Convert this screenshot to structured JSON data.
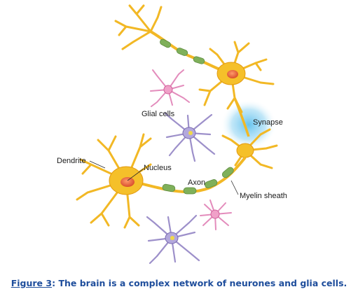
{
  "labels": {
    "glial_cells": "Glial cells",
    "synapse": "Synapse",
    "dendrite": "Dendrite",
    "nucleus": "Nucleus",
    "axon": "Axon",
    "myelin_sheath": "Myelin sheath"
  },
  "caption": {
    "label": "Figure 3",
    "separator": ": ",
    "text": "The brain is a complex network of neurones and glia cells."
  },
  "colors": {
    "neuron": "#f5c02a",
    "neuron_dark": "#e29a12",
    "nucleus": "#ee6a3c",
    "myelin": "#7fb05a",
    "synapse_glow": "#6ec6ee",
    "glia_pink": "#e58ab8",
    "glia_purple": "#9c8fc8",
    "caption": "#1f4e9c"
  }
}
